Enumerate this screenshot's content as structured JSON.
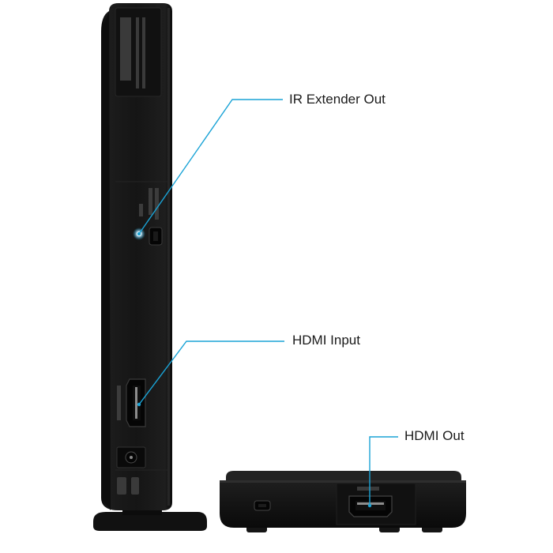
{
  "callouts": {
    "ir_extender_out": "IR Extender Out",
    "hdmi_input": "HDMI Input",
    "hdmi_out": "HDMI Out"
  },
  "colors": {
    "callout_line": "#1aa3d6",
    "device_body": "#141414",
    "device_edge": "#2a2a2a",
    "port_dark": "#050505",
    "port_pin": "#9c9c9c",
    "background": "#ffffff"
  },
  "icons": [
    "led-dot-icon",
    "hdmi-port-icon",
    "mini-usb-port-icon",
    "power-jack-icon"
  ]
}
